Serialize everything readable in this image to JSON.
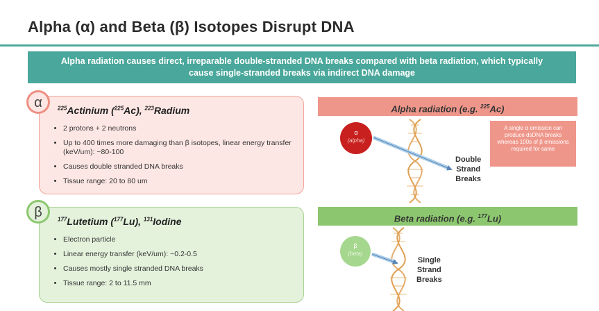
{
  "title": "Alpha (α) and Beta (β) Isotopes Disrupt DNA",
  "banner": {
    "line1": "Alpha radiation causes direct, irreparable double-stranded DNA breaks compared with beta radiation, which typically",
    "line2": "cause single-stranded breaks via indirect DNA damage"
  },
  "alpha": {
    "symbol": "α",
    "heading_html": "<sup>225</sup>Actinium (<sup>225</sup>Ac), <sup>223</sup>Radium",
    "bullets": [
      "2 protons + 2 neutrons",
      "Up to 400 times more damaging than β isotopes, linear energy transfer (keV/um): ~80-100",
      "Causes double stranded DNA breaks",
      "Tissue range: 20 to 80 um"
    ],
    "right_header_html": "Alpha radiation (e.g. <sup>225</sup>Ac)",
    "circle_symbol": "α",
    "circle_label": "(alpha)",
    "break_label": [
      "Double",
      "Strand",
      "Breaks"
    ],
    "note": "A single α emission can produce dsDNA breaks whereas 100s of β emissions required for same"
  },
  "beta": {
    "symbol": "β",
    "heading_html": "<sup>177</sup>Lutetium (<sup>177</sup>Lu), <sup>131</sup>Iodine",
    "bullets": [
      "Electron particle",
      "Linear energy transfer (keV/um): ~0.2-0.5",
      "Causes mostly single stranded DNA breaks",
      "Tissue range: 2 to 11.5 mm"
    ],
    "right_header_html": "Beta radiation (e.g. <sup>177</sup>Lu)",
    "circle_symbol": "β",
    "circle_label": "(beta)",
    "break_label": [
      "Single",
      "Strand",
      "Breaks"
    ]
  },
  "colors": {
    "accent": "#4aa79b",
    "alpha_fill": "#fde7e4",
    "alpha_border": "#f2a49b",
    "alpha_header": "#ef968a",
    "alpha_particle": "#c8201f",
    "beta_fill": "#e4f2dc",
    "beta_border": "#a8d293",
    "beta_header": "#8cc76f",
    "beta_particle": "#a5d78e",
    "dna": "#e0a052",
    "arrow": "#a9cde8"
  }
}
